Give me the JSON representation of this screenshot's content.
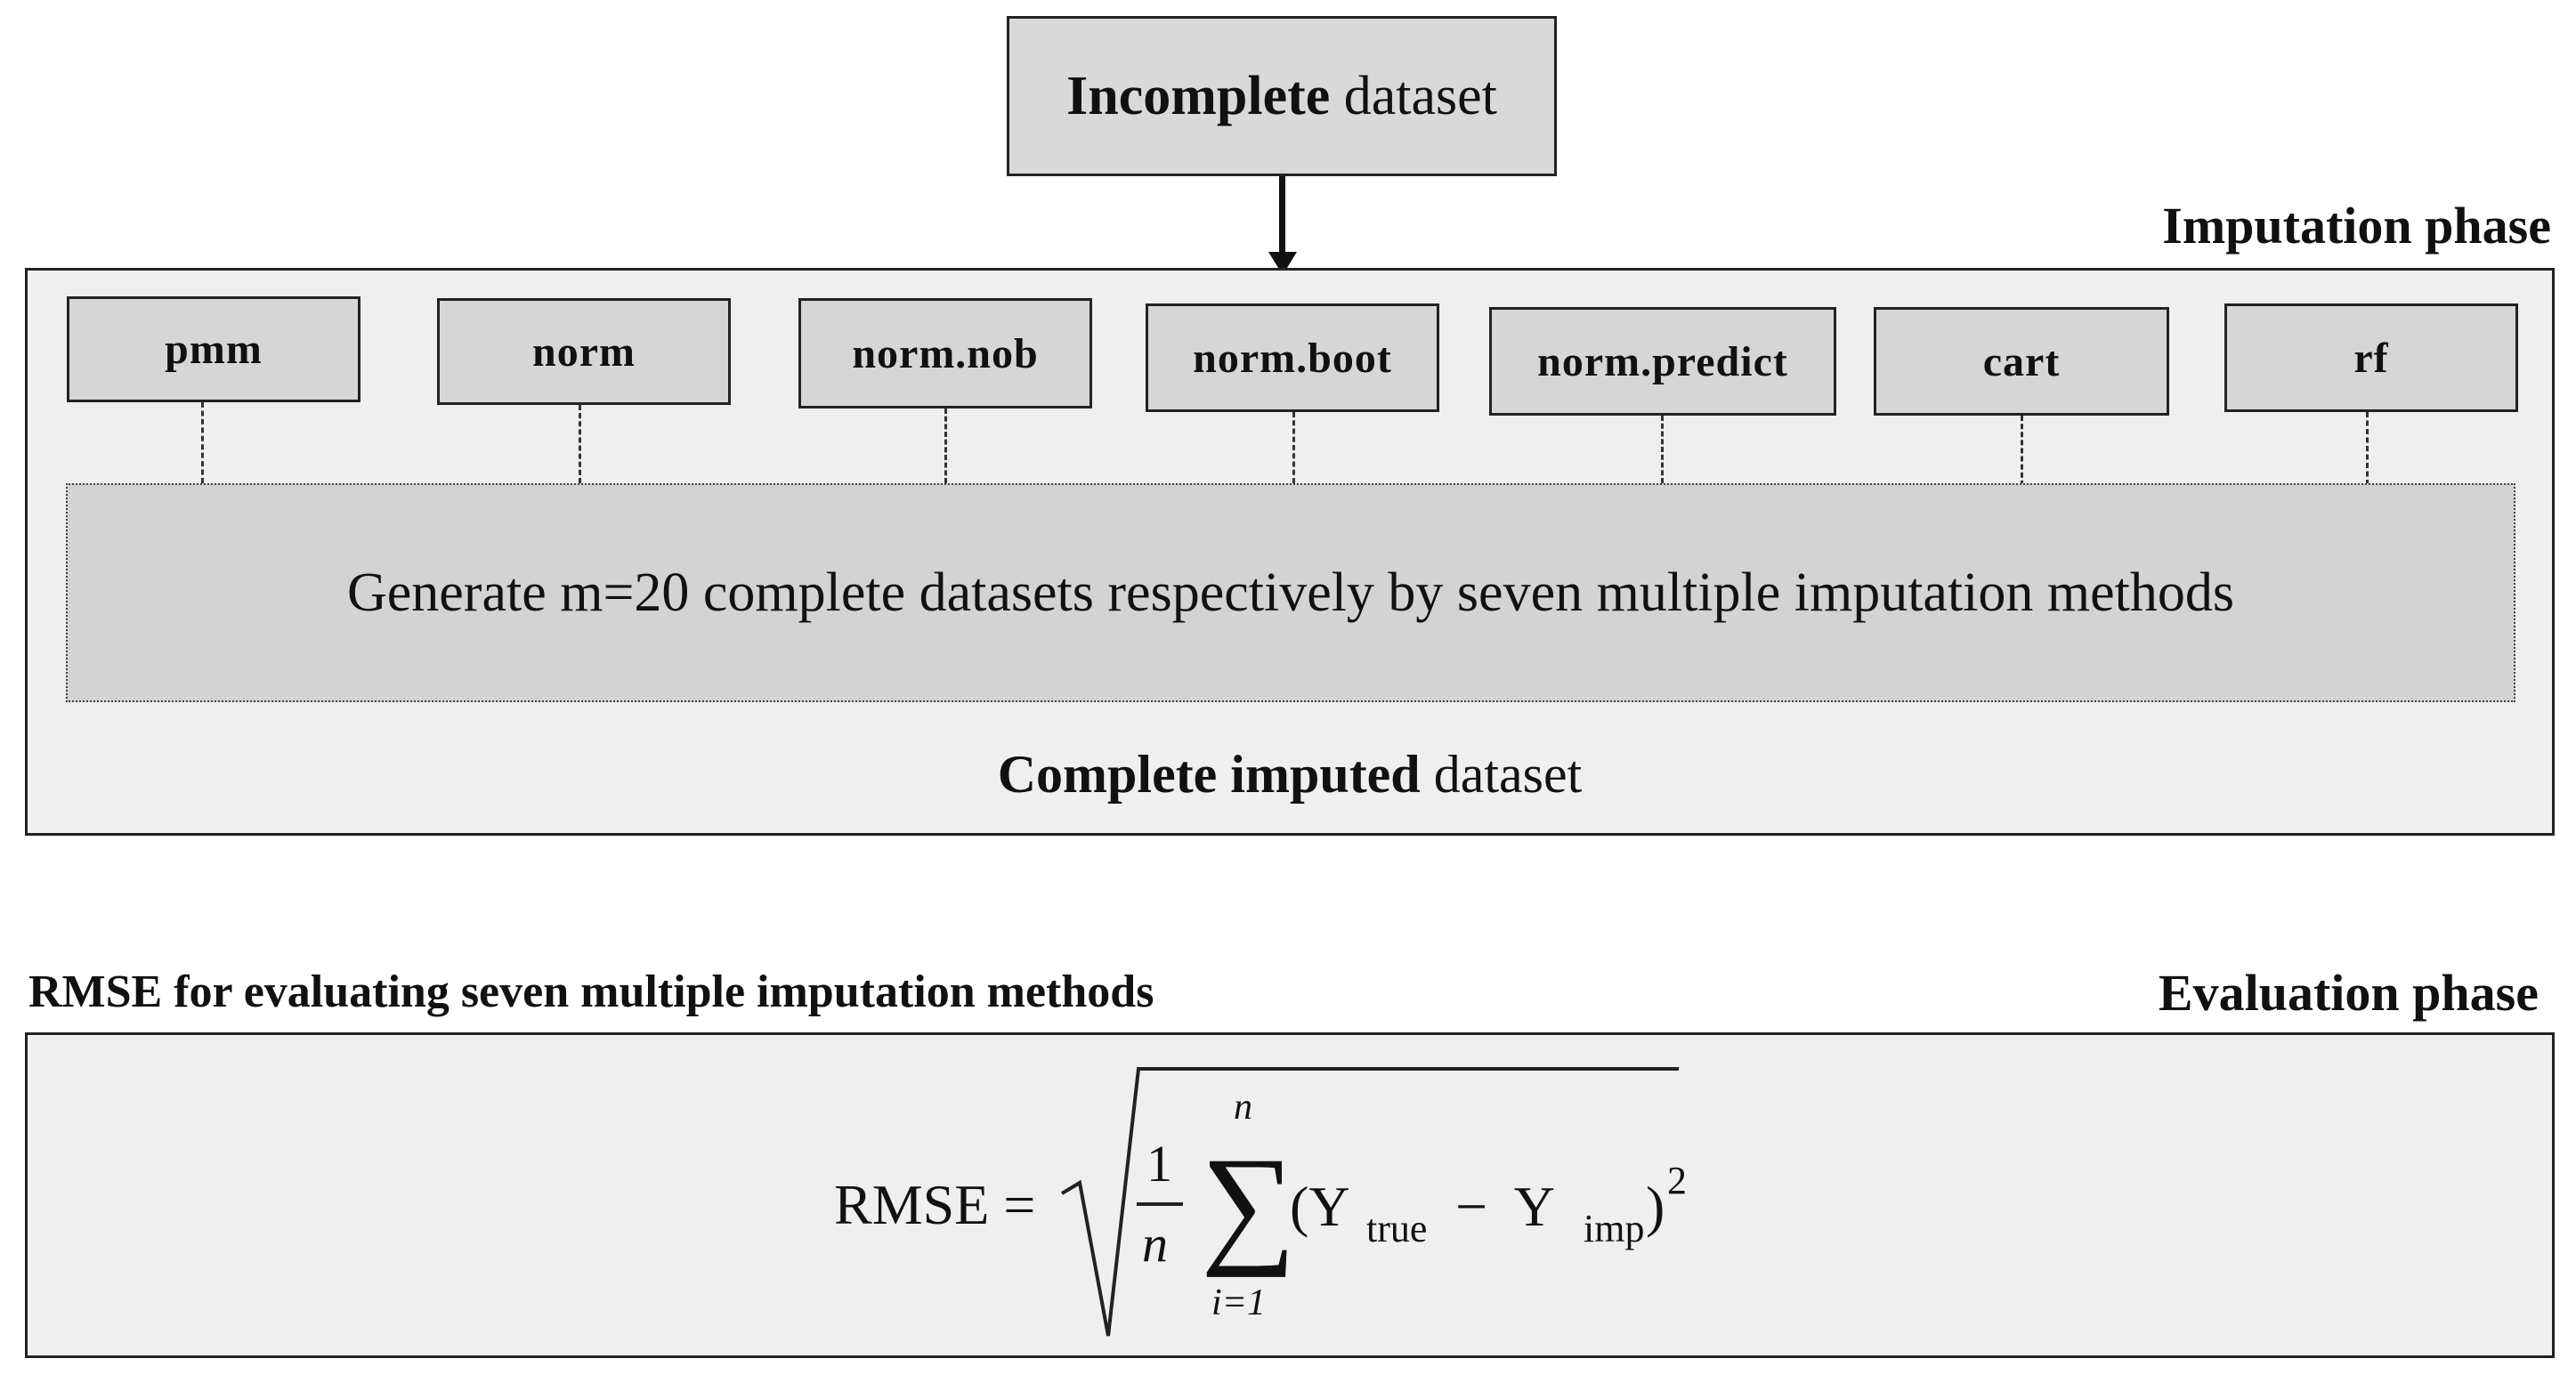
{
  "input_box": {
    "bold": "Incomplete",
    "rest": " dataset"
  },
  "imputation": {
    "phase_label": "Imputation phase",
    "methods": [
      "pmm",
      "norm",
      "norm.nob",
      "norm.boot",
      "norm.predict",
      "cart",
      "rf"
    ],
    "generate_text": "Generate m=20 complete datasets respectively by seven multiple imputation methods",
    "output_bold": "Complete imputed",
    "output_rest": " dataset"
  },
  "evaluation": {
    "phase_label": "Evaluation phase",
    "metric_label": "RMSE for evaluating seven multiple imputation methods",
    "formula": {
      "lhs": "RMSE =",
      "frac_num": "1",
      "frac_den": "n",
      "sum_top": "n",
      "sum_bottom": "i=1",
      "paren_open": "(Y",
      "sub_true": "true",
      "minus": "−  Y",
      "sub_imp": "imp",
      "paren_close": ")",
      "exponent": "2"
    }
  },
  "colors": {
    "box_fill": "#d9d9d9",
    "panel_fill": "#efefef",
    "stroke": "#222222"
  }
}
